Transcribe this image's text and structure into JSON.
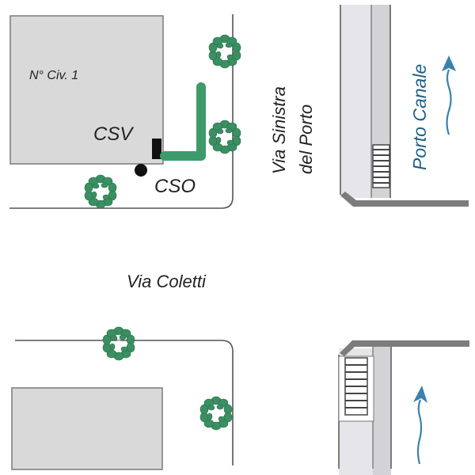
{
  "labels": {
    "building_number": "N° Civ. 1",
    "csv": "CSV",
    "cso": "CSO",
    "street_vertical_line1": "Via Sinistra",
    "street_vertical_line2": "del Porto",
    "canal": "Porto Canale",
    "street_horizontal": "Via Coletti"
  },
  "colors": {
    "building_fill": "#d9d9d9",
    "building_stroke": "#7a7a7a",
    "hedge": "#3d9a6a",
    "tree": "#3a8f63",
    "canal_text": "#1f5f85",
    "flow_arrow": "#3a82ad",
    "curb": "#555555",
    "quay": "#7c7c7c",
    "dock_light": "#e6e6ea",
    "dock_mid": "#d3d3d6"
  },
  "icons": {
    "tree": "tree-icon",
    "flow_arrow": "flow-arrow-icon",
    "valve": "csv-valve-icon",
    "manhole": "cso-manhole-icon",
    "ladder": "ladder-icon"
  }
}
